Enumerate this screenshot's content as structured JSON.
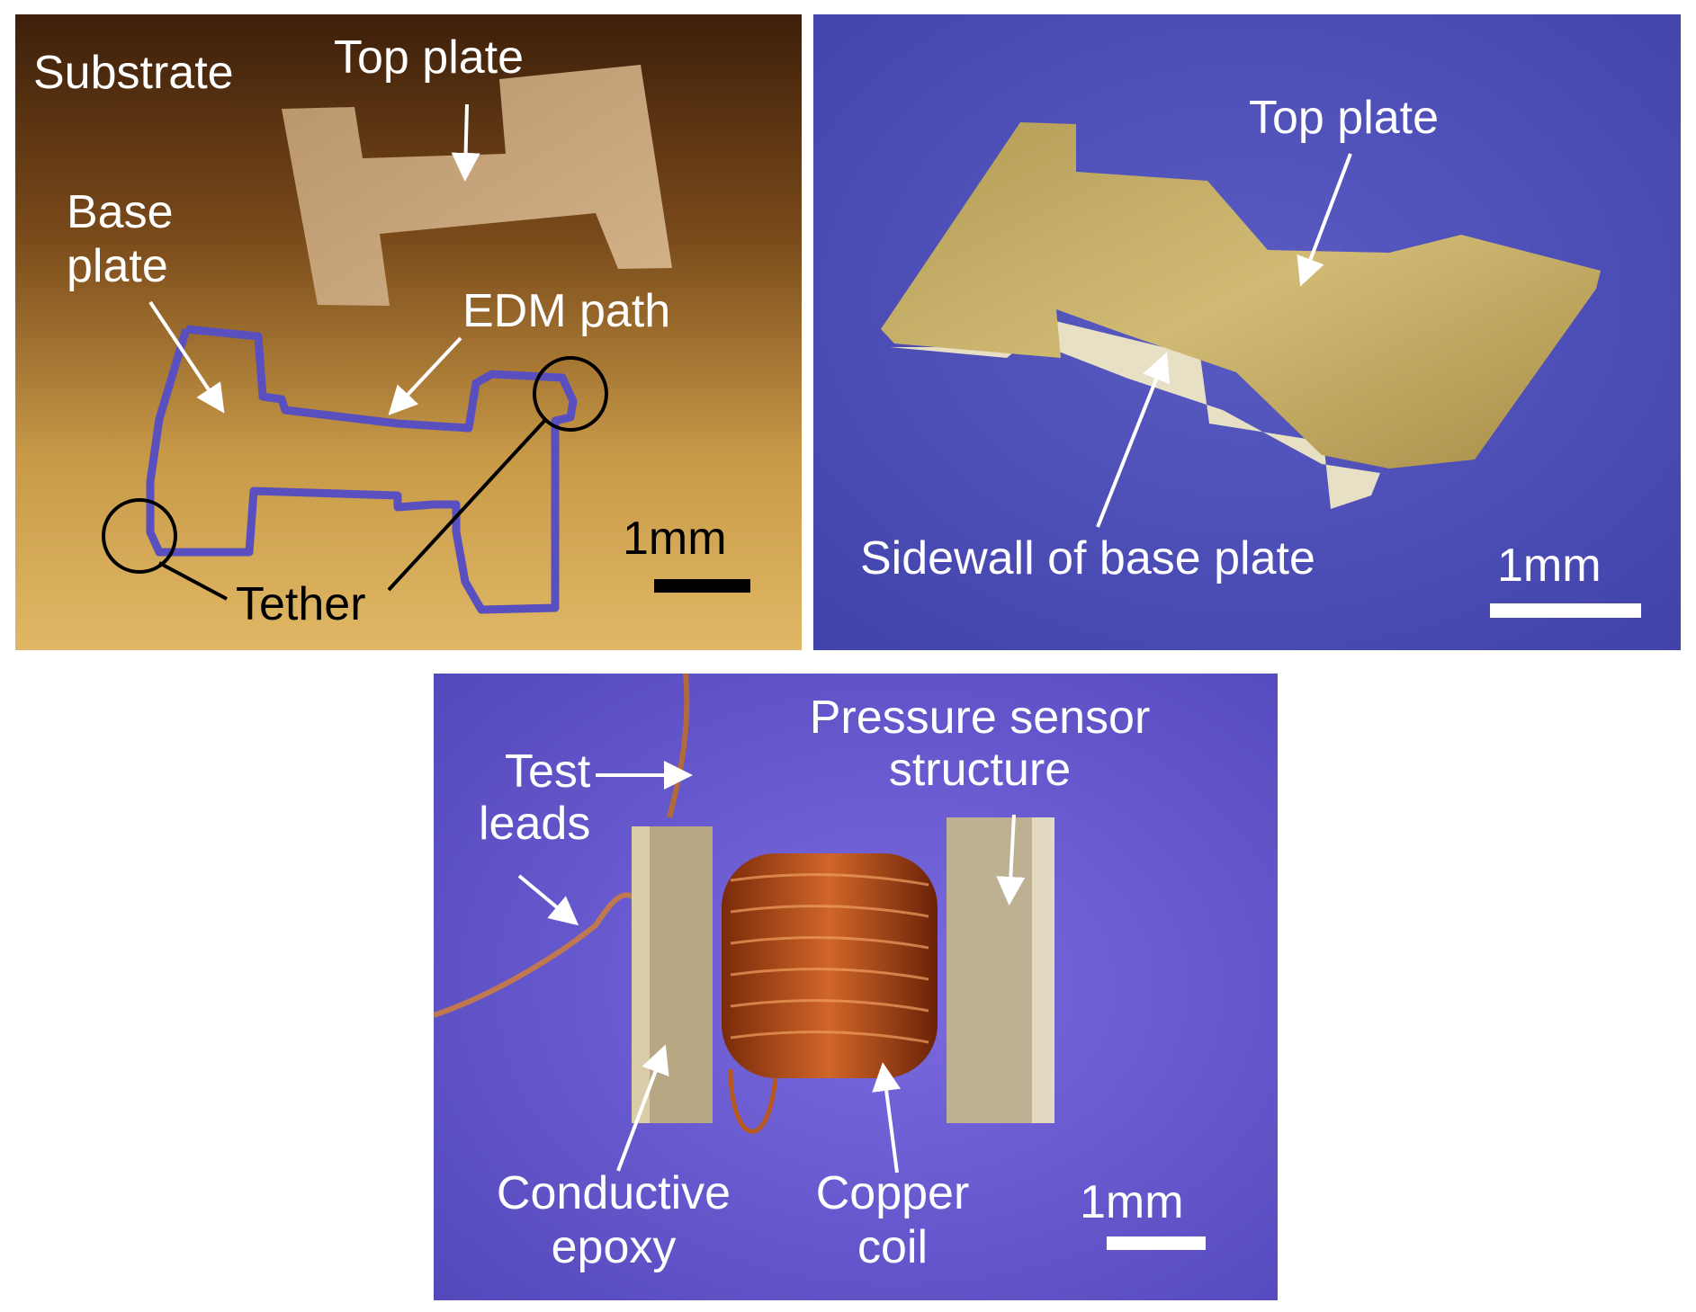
{
  "panel_a": {
    "labels": {
      "substrate": "Substrate",
      "top_plate": "Top plate",
      "base_plate": "Base\nplate",
      "edm_path": "EDM path",
      "tether": "Tether",
      "scale": "1mm"
    },
    "colors": {
      "background": "#8a5a1e",
      "plate": "#c8a878",
      "edm_path": "#5a4fbf",
      "label": "#ffffff",
      "label_dark": "#000000"
    }
  },
  "panel_b": {
    "labels": {
      "top_plate": "Top plate",
      "sidewall": "Sidewall of base plate",
      "scale": "1mm"
    },
    "colors": {
      "background": "#4e4fb6",
      "plate": "#c9b061",
      "label": "#ffffff"
    }
  },
  "panel_c": {
    "labels": {
      "test_leads": "Test\nleads",
      "pressure_sensor": "Pressure sensor\nstructure",
      "conductive_epoxy": "Conductive\nepoxy",
      "copper_coil": "Copper\ncoil",
      "scale": "1mm"
    },
    "colors": {
      "background": "#6a5cd0",
      "coil": "#b8541c",
      "plate": "#b4a27e",
      "label": "#ffffff"
    }
  }
}
